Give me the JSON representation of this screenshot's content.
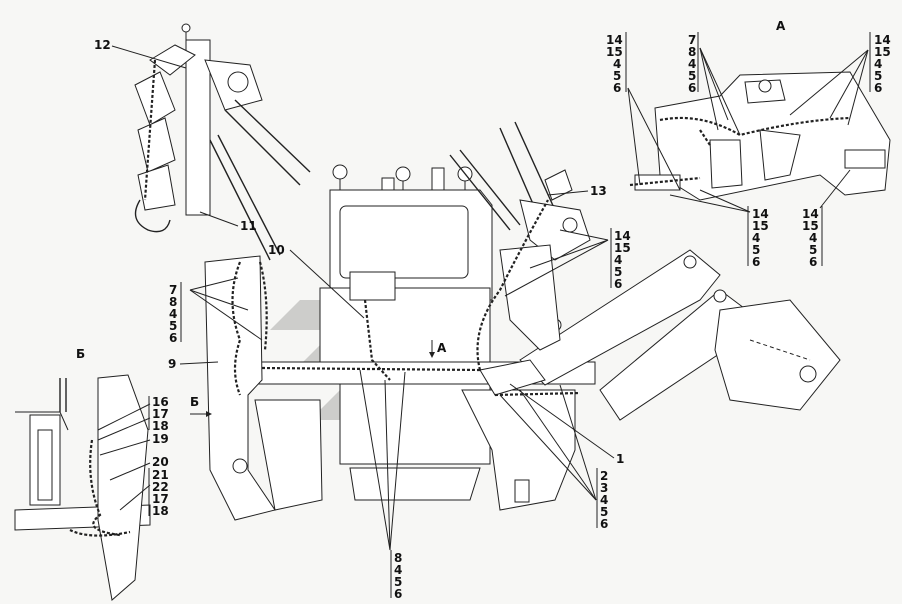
{
  "view_labels": {
    "view_a": "А",
    "view_b": "Б",
    "arrow_a": "А",
    "arrow_b": "Б"
  },
  "callouts": {
    "c12": "12",
    "c11": "11",
    "c10": "10",
    "c13": "13",
    "c9": "9",
    "c1": "1"
  },
  "stacks": {
    "top_left_a": [
      "14",
      "15",
      "4",
      "5",
      "6"
    ],
    "top_mid_a": [
      "7",
      "8",
      "4",
      "5",
      "6"
    ],
    "top_right_a": [
      "14",
      "15",
      "4",
      "5",
      "6"
    ],
    "bottom_mid_a": [
      "14",
      "15",
      "4",
      "5",
      "6"
    ],
    "bottom_right_a": [
      "14",
      "15",
      "4",
      "5",
      "6"
    ],
    "cab_right": [
      "14",
      "15",
      "4",
      "5",
      "6"
    ],
    "left_mid": [
      "7",
      "8",
      "4",
      "5",
      "6"
    ],
    "right_low": [
      "2",
      "3",
      "4",
      "5",
      "6"
    ],
    "bottom_center": [
      "8",
      "4",
      "5",
      "6"
    ],
    "b_view": [
      "16",
      "17",
      "18",
      "19",
      "20",
      "21",
      "22",
      "17",
      "18"
    ]
  }
}
